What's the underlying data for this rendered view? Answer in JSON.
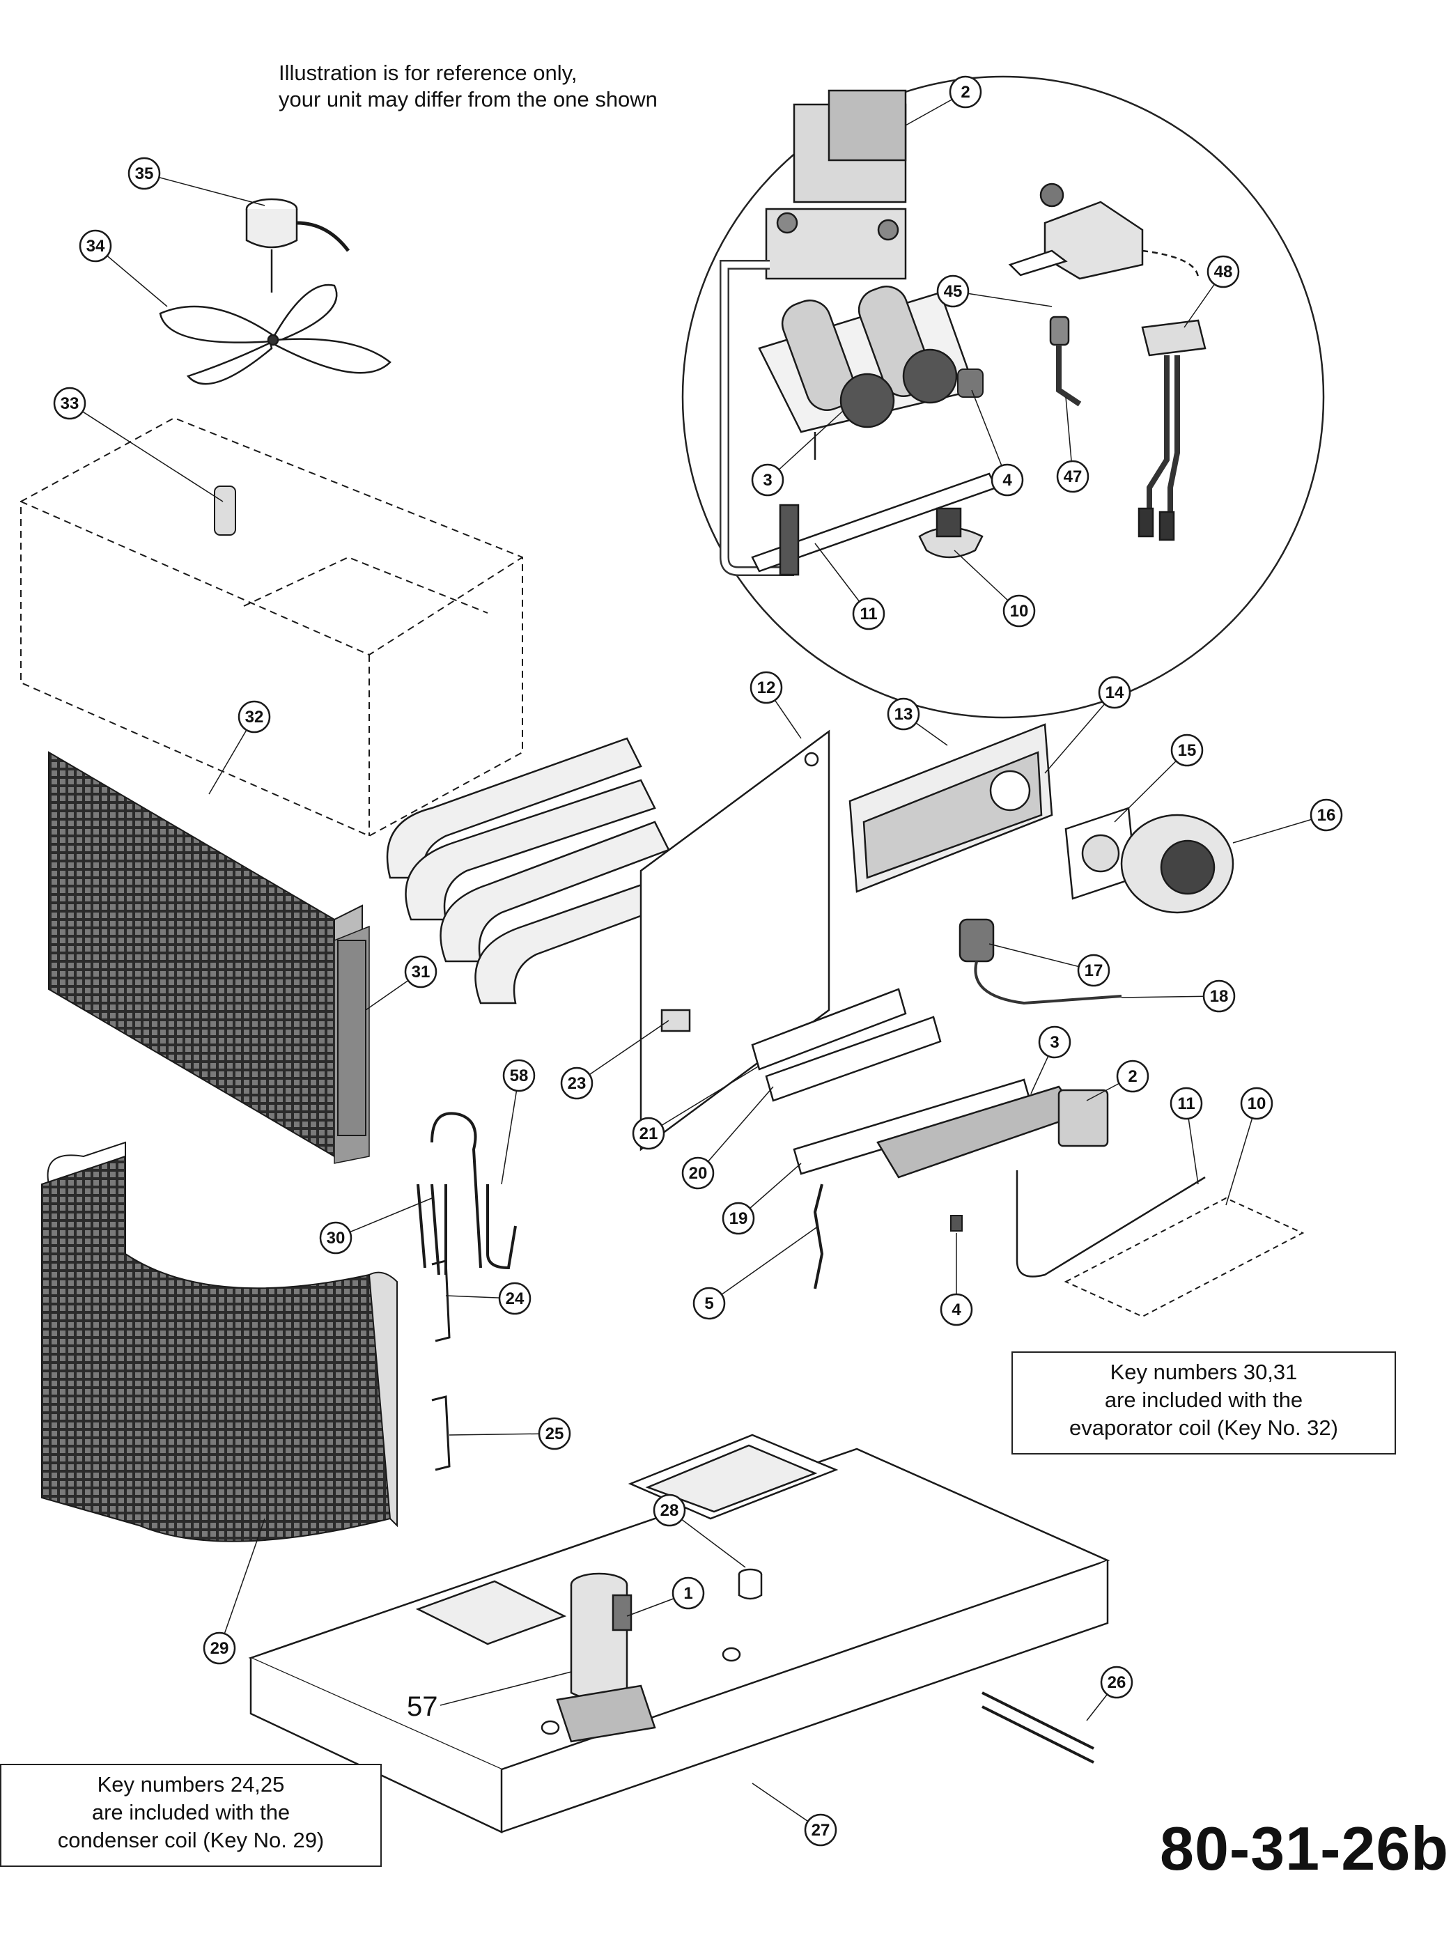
{
  "reference_note": {
    "line1": "Illustration is for reference only,",
    "line2": "your unit may differ from the one shown"
  },
  "notes": {
    "evaporator": {
      "line1": "Key numbers 30,31",
      "line2": "are included with the",
      "line3": "evaporator coil (Key No. 32)"
    },
    "condenser": {
      "line1": "Key numbers 24,25",
      "line2": "are included with the",
      "line3": "condenser coil (Key No. 29)"
    }
  },
  "figure_code": "80-31-26b",
  "plain_label_57": "57",
  "keys": [
    "2",
    "35",
    "34",
    "45",
    "48",
    "33",
    "3",
    "4",
    "47",
    "11",
    "10",
    "12",
    "13",
    "14",
    "32",
    "15",
    "16",
    "17",
    "18",
    "31",
    "58",
    "23",
    "21",
    "20",
    "3",
    "2",
    "11",
    "10",
    "30",
    "19",
    "24",
    "5",
    "4",
    "25",
    "28",
    "1",
    "29",
    "26",
    "27"
  ],
  "colors": {
    "line": "#1a1a1a",
    "fill": "#ffffff",
    "shade": "#555555"
  }
}
